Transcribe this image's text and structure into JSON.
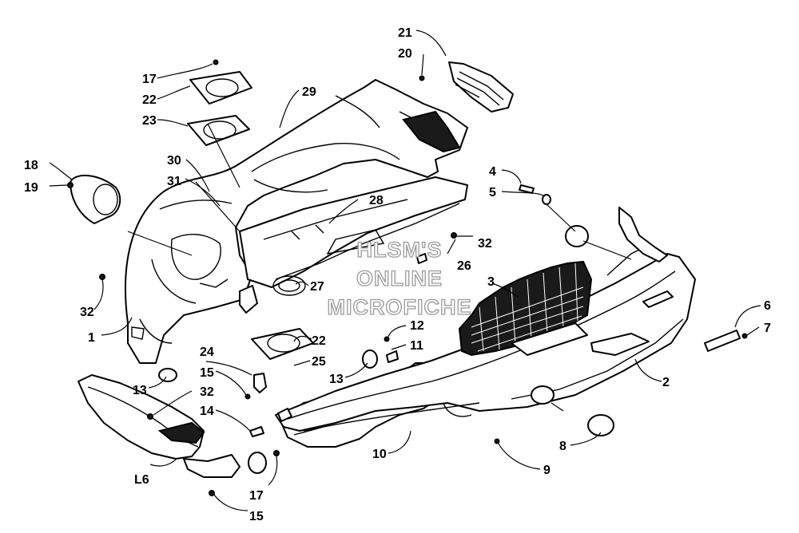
{
  "watermark": {
    "line1": "HLSM'S",
    "line2": "ONLINE",
    "line3": "MICROFICHE"
  },
  "callouts": {
    "c1": "1",
    "c2": "2",
    "c3": "3",
    "c4": "4",
    "c5": "5",
    "c6": "6",
    "c7": "7",
    "c8": "8",
    "c9": "9",
    "c10": "10",
    "c11": "11",
    "c12": "12",
    "c13a": "13",
    "c13b": "13",
    "c14": "14",
    "c15a": "15",
    "c15b": "15",
    "c16": "L6",
    "c17a": "17",
    "c17b": "17",
    "c18": "18",
    "c19": "19",
    "c20": "20",
    "c21": "21",
    "c22a": "22",
    "c22b": "22",
    "c23": "23",
    "c24": "24",
    "c25": "25",
    "c26": "26",
    "c27": "27",
    "c28": "28",
    "c29": "29",
    "c30": "30",
    "c31": "31",
    "c32a": "32",
    "c32b": "32",
    "c32c": "32"
  }
}
